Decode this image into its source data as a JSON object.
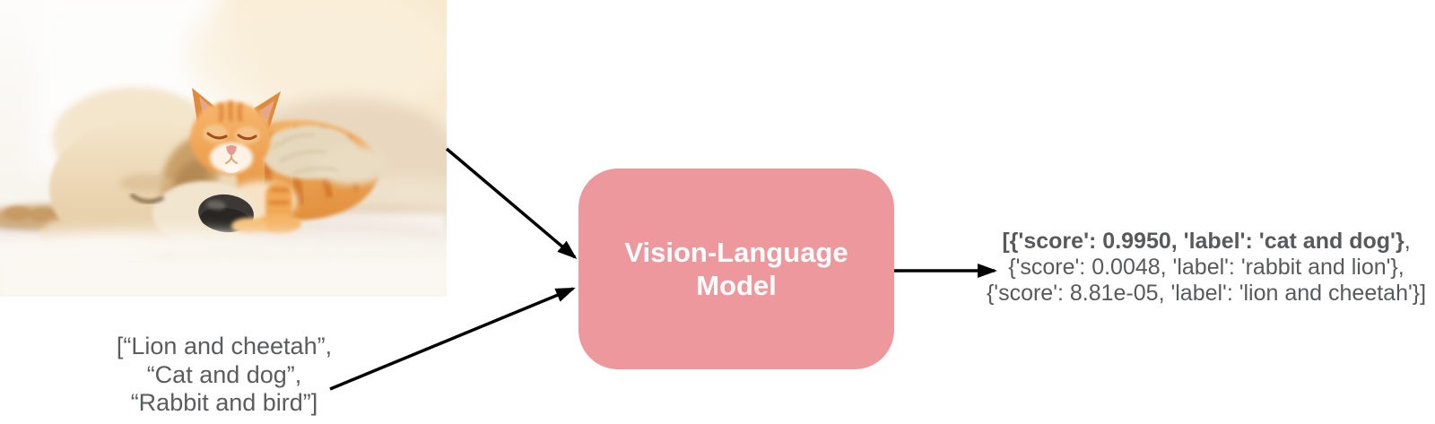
{
  "colors": {
    "model_box_bg": "#EC989D",
    "model_box_text": "#FFFFFF",
    "input_text_gray": "#5B5C5E",
    "output_text_gray": "#58595B",
    "arrow": "#000000"
  },
  "input_image": {
    "description": "Photo of a sleeping cream-colored puppy with an orange tabby kitten resting its head on the puppy, lying on a white fluffy blanket"
  },
  "input_labels": {
    "line1": "[“Lion and cheetah”,",
    "line2": "“Cat and dog”,",
    "line3": "“Rabbit and bird”]"
  },
  "model": {
    "name_line1": "Vision-Language",
    "name_line2": "Model"
  },
  "output": {
    "line1_bold": "[{'score': 0.9950, 'label': 'cat and dog'}",
    "line1_tail": ",",
    "line2": "{'score': 0.0048, 'label': 'rabbit and lion'},",
    "line3": "{'score': 8.81e-05, 'label': 'lion and cheetah'}]"
  }
}
